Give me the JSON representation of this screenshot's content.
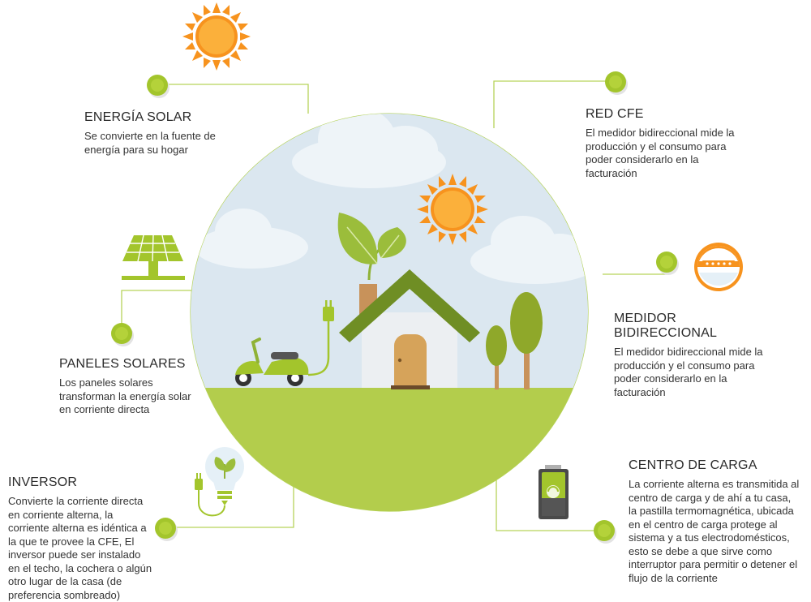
{
  "colors": {
    "accent_green": "#a3c52c",
    "dark_green": "#6f8e24",
    "sun_orange": "#f7931e",
    "sky": "#dbe7f0",
    "ground": "#b3cd4c"
  },
  "icons": {
    "sun": "sun-icon",
    "solar_panel": "solar-panel-icon",
    "light_bulb": "light-bulb-icon",
    "meter": "bidirectional-meter-icon",
    "battery": "battery-recycle-icon",
    "house": "house-icon",
    "scooter": "electric-scooter-icon",
    "plug": "plug-icon"
  },
  "sections": {
    "solar": {
      "title": "ENERGÍA SOLAR",
      "desc": "Se convierte en la fuente de energía para su hogar"
    },
    "cfe": {
      "title": "RED CFE",
      "desc": "El medidor bidireccional mide la producción y el consumo para poder considerarlo en la facturación"
    },
    "meter": {
      "title": "MEDIDOR BIDIRECCIONAL",
      "desc": "El medidor bidireccional mide la producción y el consumo para poder considerarlo en la facturación"
    },
    "panels": {
      "title": "PANELES SOLARES",
      "desc": "Los paneles solares transforman la energía solar en corriente directa"
    },
    "inverter": {
      "title": "INVERSOR",
      "desc": "Convierte la corriente directa en corriente alterna, la corriente alterna es idéntica a la que te provee la CFE, El inversor puede ser instalado en el techo, la cochera o algún otro lugar de la casa (de preferencia sombreado)"
    },
    "load_center": {
      "title": "CENTRO DE CARGA",
      "desc": "La corriente alterna es transmitida al centro de carga y de ahí a tu casa, la pastilla termomagnética, ubicada en el centro de carga protege al sistema y a tus electrodomésticos, esto se debe a que sirve como interruptor para permitir o detener el flujo de la corriente"
    }
  }
}
